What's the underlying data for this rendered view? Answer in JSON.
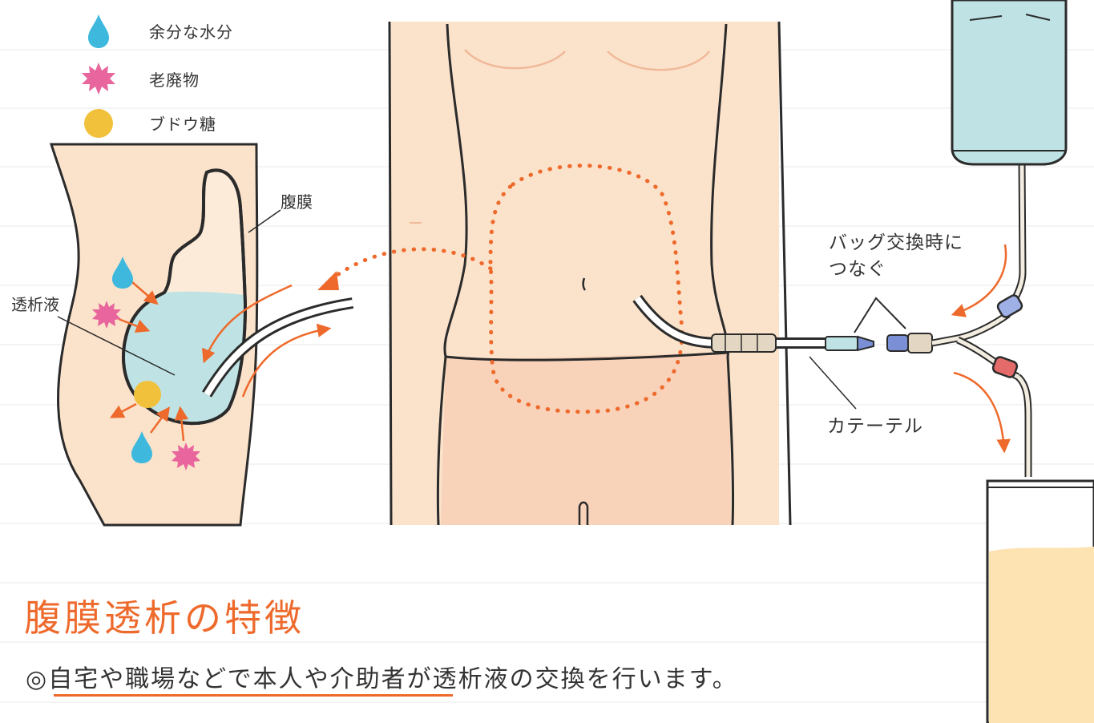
{
  "legend": {
    "water_label": "余分な水分",
    "waste_label": "老廃物",
    "glucose_label": "ブドウ糖"
  },
  "labels": {
    "peritoneum": "腹膜",
    "dialysate": "透析液",
    "connect_line1": "バッグ交換時に",
    "connect_line2": "つなぐ",
    "catheter": "カテーテル"
  },
  "title": "腹膜透析の特徴",
  "description": {
    "mark": "◎",
    "underlined": "自宅や職場などで本人や介助者",
    "rest": "が透析液の交換を行います。"
  },
  "colors": {
    "accent": "#ee6a2c",
    "skin": "#fbe3cb",
    "pelvis": "#f8d2b9",
    "dialysate": "#bfe3e4",
    "urine": "#fde2b2",
    "water_drop": "#3fb8de",
    "waste_star": "#e9659d",
    "glucose_dot": "#f1c13b"
  },
  "icons": [
    "water-drop-icon",
    "waste-star-icon",
    "glucose-dot-icon"
  ]
}
